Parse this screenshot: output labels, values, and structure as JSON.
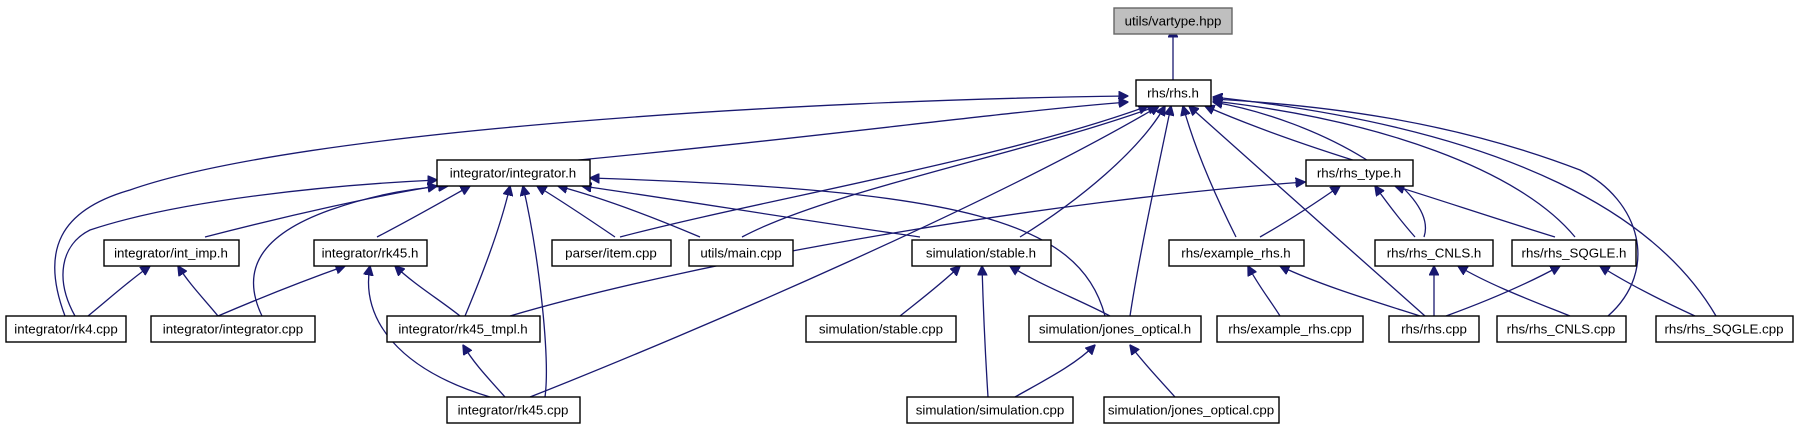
{
  "diagram": {
    "nodes": [
      {
        "id": "vartype",
        "label": "utils/vartype.hpp",
        "root": true
      },
      {
        "id": "rhs_h",
        "label": "rhs/rhs.h"
      },
      {
        "id": "integrator_h",
        "label": "integrator/integrator.h"
      },
      {
        "id": "rhs_type_h",
        "label": "rhs/rhs_type.h"
      },
      {
        "id": "int_imp_h",
        "label": "integrator/int_imp.h"
      },
      {
        "id": "rk45_h",
        "label": "integrator/rk45.h"
      },
      {
        "id": "parser_item",
        "label": "parser/item.cpp"
      },
      {
        "id": "utils_main",
        "label": "utils/main.cpp"
      },
      {
        "id": "sim_stable_h",
        "label": "simulation/stable.h"
      },
      {
        "id": "rhs_example_h",
        "label": "rhs/example_rhs.h"
      },
      {
        "id": "rhs_cnls_h",
        "label": "rhs/rhs_CNLS.h"
      },
      {
        "id": "rhs_sqgle_h",
        "label": "rhs/rhs_SQGLE.h"
      },
      {
        "id": "rk4_cpp",
        "label": "integrator/rk4.cpp"
      },
      {
        "id": "integrator_cpp",
        "label": "integrator/integrator.cpp"
      },
      {
        "id": "rk45_tmpl_h",
        "label": "integrator/rk45_tmpl.h"
      },
      {
        "id": "sim_stable_cpp",
        "label": "simulation/stable.cpp"
      },
      {
        "id": "jones_h",
        "label": "simulation/jones_optical.h"
      },
      {
        "id": "example_rhs_cpp",
        "label": "rhs/example_rhs.cpp"
      },
      {
        "id": "rhs_cpp",
        "label": "rhs/rhs.cpp"
      },
      {
        "id": "rhs_cnls_cpp",
        "label": "rhs/rhs_CNLS.cpp"
      },
      {
        "id": "rhs_sqgle_cpp",
        "label": "rhs/rhs_SQGLE.cpp"
      },
      {
        "id": "rk45_cpp",
        "label": "integrator/rk45.cpp"
      },
      {
        "id": "sim_simulation_cpp",
        "label": "simulation/simulation.cpp"
      },
      {
        "id": "jones_cpp",
        "label": "simulation/jones_optical.cpp"
      }
    ],
    "edges": [
      {
        "from": "rhs_h",
        "to": "vartype"
      },
      {
        "from": "integrator_h",
        "to": "rhs_h"
      },
      {
        "from": "rhs_type_h",
        "to": "rhs_h"
      },
      {
        "from": "parser_item",
        "to": "rhs_h"
      },
      {
        "from": "utils_main",
        "to": "rhs_h"
      },
      {
        "from": "sim_stable_h",
        "to": "rhs_h"
      },
      {
        "from": "rhs_example_h",
        "to": "rhs_h"
      },
      {
        "from": "rhs_cnls_h",
        "to": "rhs_h"
      },
      {
        "from": "rhs_sqgle_h",
        "to": "rhs_h"
      },
      {
        "from": "rk4_cpp",
        "to": "rhs_h"
      },
      {
        "from": "jones_h",
        "to": "rhs_h"
      },
      {
        "from": "rhs_cpp",
        "to": "rhs_h"
      },
      {
        "from": "rhs_cnls_cpp",
        "to": "rhs_h"
      },
      {
        "from": "rhs_sqgle_cpp",
        "to": "rhs_h"
      },
      {
        "from": "rk45_cpp",
        "to": "rhs_h"
      },
      {
        "from": "int_imp_h",
        "to": "integrator_h"
      },
      {
        "from": "rk45_h",
        "to": "integrator_h"
      },
      {
        "from": "parser_item",
        "to": "integrator_h"
      },
      {
        "from": "utils_main",
        "to": "integrator_h"
      },
      {
        "from": "sim_stable_h",
        "to": "integrator_h"
      },
      {
        "from": "rk4_cpp",
        "to": "integrator_h"
      },
      {
        "from": "integrator_cpp",
        "to": "integrator_h"
      },
      {
        "from": "rk45_tmpl_h",
        "to": "integrator_h"
      },
      {
        "from": "jones_h",
        "to": "integrator_h"
      },
      {
        "from": "rk45_cpp",
        "to": "integrator_h"
      },
      {
        "from": "rhs_example_h",
        "to": "rhs_type_h"
      },
      {
        "from": "rhs_cnls_h",
        "to": "rhs_type_h"
      },
      {
        "from": "rhs_sqgle_h",
        "to": "rhs_type_h"
      },
      {
        "from": "rk45_tmpl_h",
        "to": "rhs_type_h"
      },
      {
        "from": "rk4_cpp",
        "to": "int_imp_h"
      },
      {
        "from": "integrator_cpp",
        "to": "int_imp_h"
      },
      {
        "from": "integrator_cpp",
        "to": "rk45_h"
      },
      {
        "from": "rk45_tmpl_h",
        "to": "rk45_h"
      },
      {
        "from": "rk45_cpp",
        "to": "rk45_h"
      },
      {
        "from": "sim_stable_cpp",
        "to": "sim_stable_h"
      },
      {
        "from": "jones_h",
        "to": "sim_stable_h"
      },
      {
        "from": "sim_simulation_cpp",
        "to": "sim_stable_h"
      },
      {
        "from": "example_rhs_cpp",
        "to": "rhs_example_h"
      },
      {
        "from": "rhs_cpp",
        "to": "rhs_example_h"
      },
      {
        "from": "rhs_cpp",
        "to": "rhs_cnls_h"
      },
      {
        "from": "rhs_cnls_cpp",
        "to": "rhs_cnls_h"
      },
      {
        "from": "rhs_cpp",
        "to": "rhs_sqgle_h"
      },
      {
        "from": "rhs_sqgle_cpp",
        "to": "rhs_sqgle_h"
      },
      {
        "from": "rk45_cpp",
        "to": "rk45_tmpl_h"
      },
      {
        "from": "sim_simulation_cpp",
        "to": "jones_h"
      },
      {
        "from": "jones_cpp",
        "to": "jones_h"
      }
    ]
  }
}
